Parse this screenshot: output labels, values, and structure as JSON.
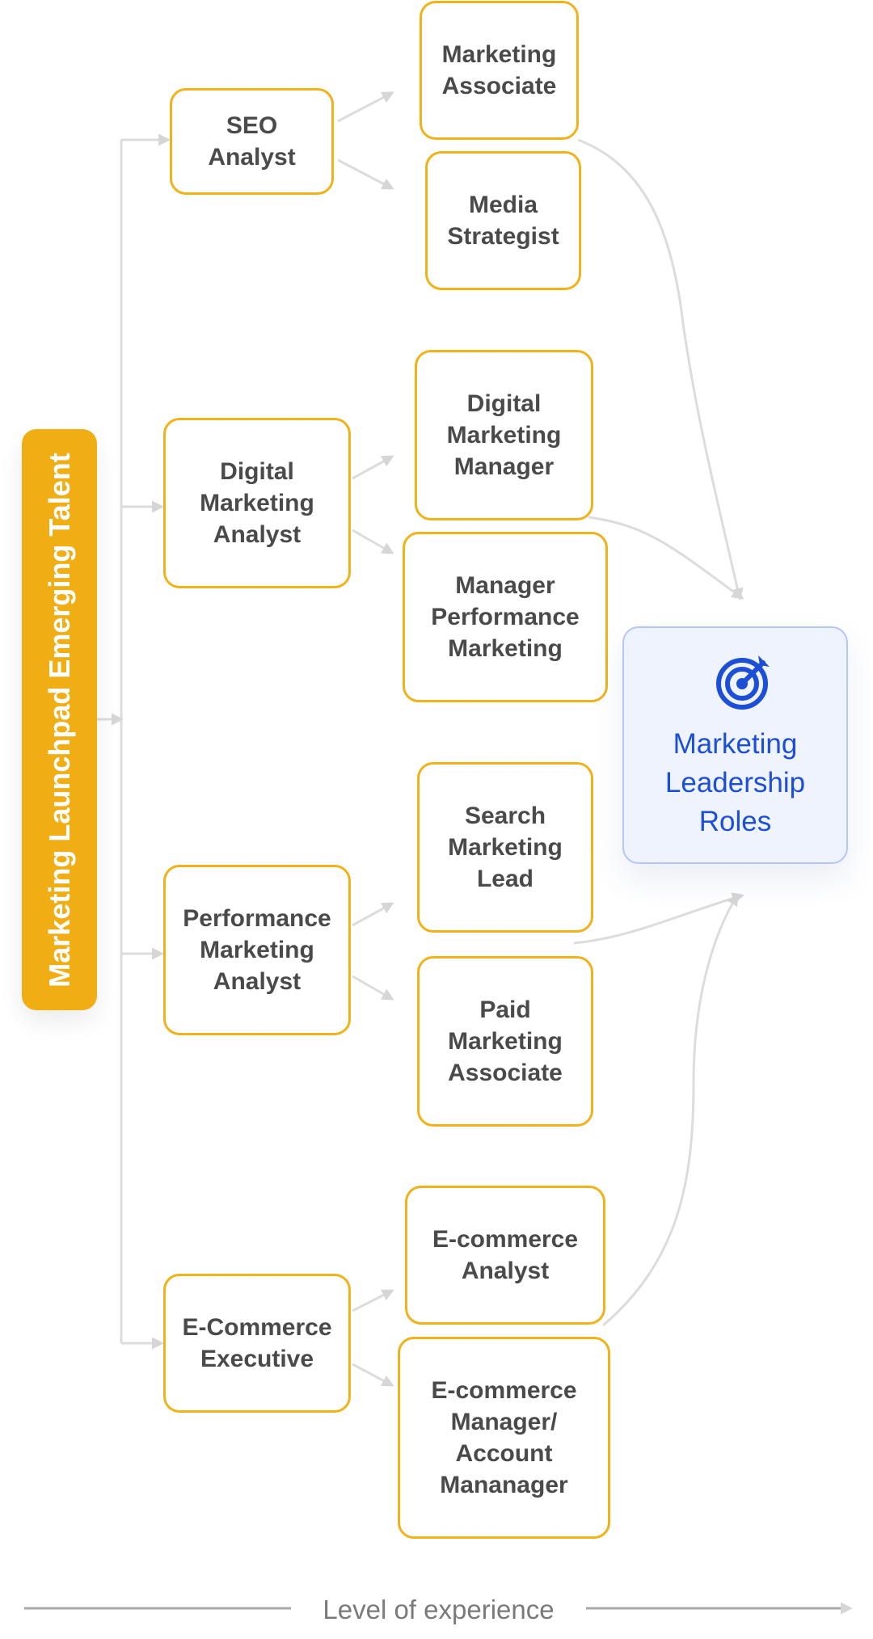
{
  "diagram": {
    "start_label": "Marketing Launchpad Emerging Talent",
    "tier1": [
      {
        "label": "SEO Analyst"
      },
      {
        "label": "Digital\nMarketing\nAnalyst"
      },
      {
        "label": "Performance\nMarketing\nAnalyst"
      },
      {
        "label": "E-Commerce\nExecutive"
      }
    ],
    "tier2": [
      {
        "label": "Marketing\nAssociate"
      },
      {
        "label": "Media\nStrategist"
      },
      {
        "label": "Digital\nMarketing\nManager"
      },
      {
        "label": "Manager\nPerformance\nMarketing"
      },
      {
        "label": "Search\nMarketing\nLead"
      },
      {
        "label": "Paid\nMarketing\nAssociate"
      },
      {
        "label": "E-commerce\nAnalyst"
      },
      {
        "label": "E-commerce\nManager/\nAccount\nMananager"
      }
    ],
    "goal_label": "Marketing\nLeadership\nRoles",
    "goal_icon": "target-icon",
    "axis_label": "Level of experience",
    "colors": {
      "box_border": "#f0b21b",
      "start_fill": "#f0ad14",
      "goal_fill": "#eef3fe",
      "goal_text": "#1c4fd6",
      "connector": "#dcdcdc"
    }
  }
}
